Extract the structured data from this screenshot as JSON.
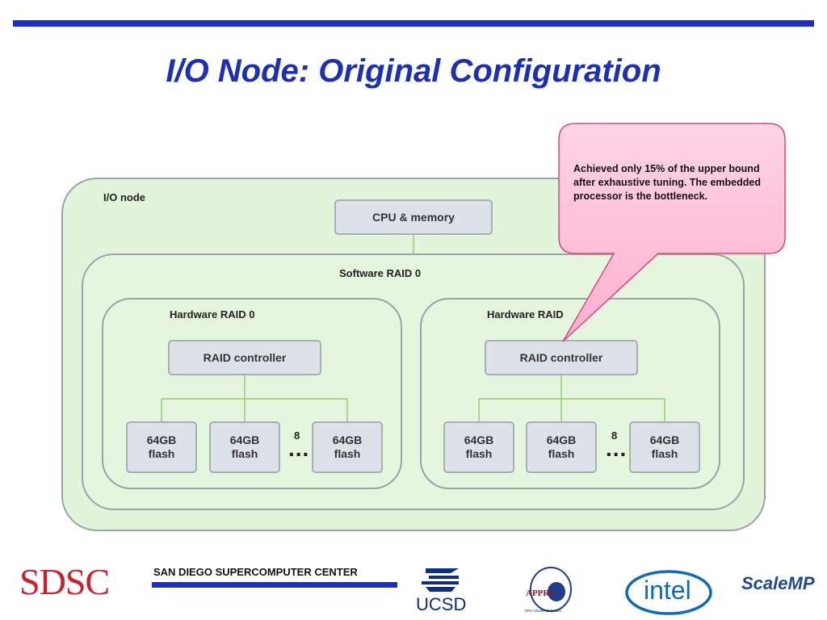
{
  "slide": {
    "title": "I/O Node: Original Configuration"
  },
  "diagram": {
    "io_node_label": "I/O node",
    "cpu_label": "CPU & memory",
    "software_raid_label": "Software RAID 0",
    "hardware_raid_left_label": "Hardware RAID 0",
    "hardware_raid_right_label": "Hardware RAID",
    "controller_left_label": "RAID controller",
    "controller_right_label": "RAID controller",
    "flash_size": "64GB",
    "flash_word": "flash",
    "count_left": "8",
    "count_right": "8",
    "ellipsis": "..."
  },
  "callout": {
    "text": "Achieved only 15% of the upper bound after exhaustive tuning. The embedded processor is the bottleneck.",
    "fill_color": "#fdc6dc",
    "border_color": "#d44a7c"
  },
  "footer": {
    "sdsc_logo": "SDSC",
    "sdsc_name": "SAN DIEGO SUPERCOMPUTER CENTER",
    "ucsd_logo": "UCSD",
    "appro_logo": "APPRO",
    "appro_tagline": "HPC Cluster Solutions",
    "intel_logo": "intel",
    "scalemp_logo": "ScaleMP"
  },
  "colors": {
    "accent_blue": "#1b2fc4",
    "title_blue": "#1d2fb5",
    "panel_green": "#e2f4d9",
    "connector_green": "#80c85c",
    "sdsc_red": "#cf1f2b"
  }
}
